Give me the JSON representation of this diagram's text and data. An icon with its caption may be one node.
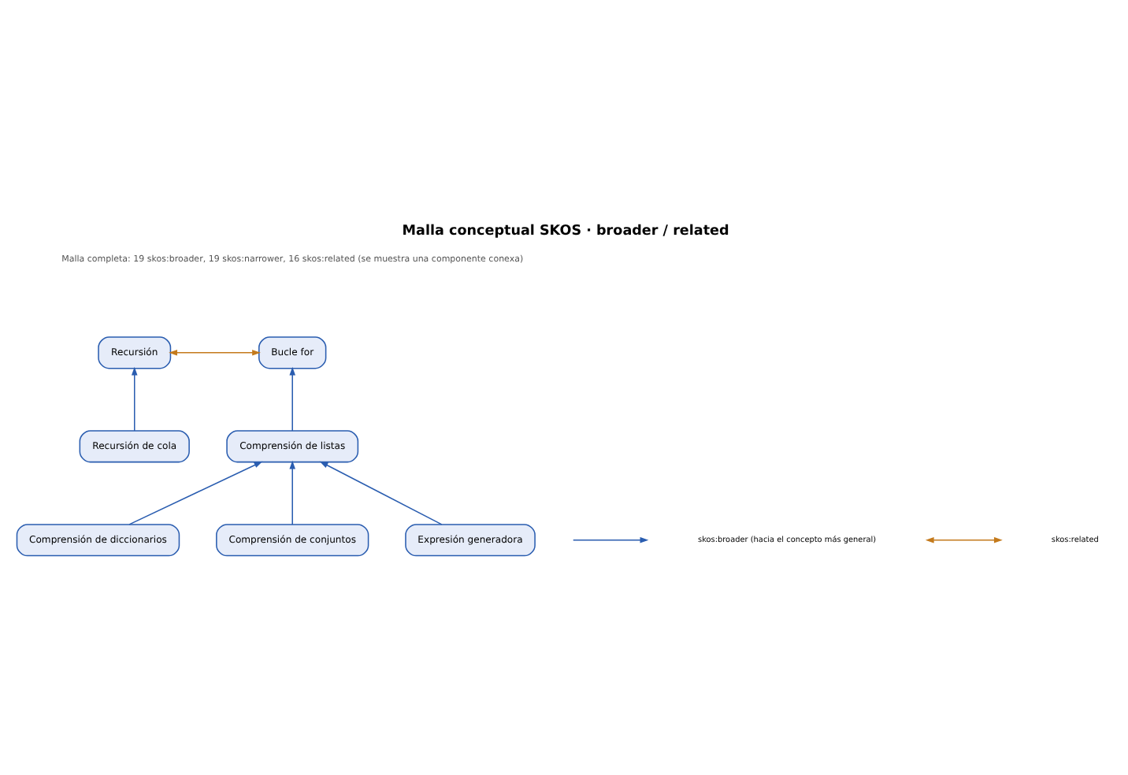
{
  "diagram": {
    "title": "Malla conceptual SKOS · broader / related",
    "nodes": [
      {
        "text": [
          "Recursión"
        ]
      },
      {
        "text": [
          "Bucle for"
        ]
      },
      {
        "text": [
          "Recursión de cola"
        ]
      },
      {
        "text": [
          "Comprensión de listas"
        ]
      },
      {
        "text": [
          "Comprensión de diccionarios"
        ]
      },
      {
        "text": [
          "Comprensión de conjuntos"
        ]
      },
      {
        "text": [
          "Expresión generadora"
        ]
      }
    ],
    "edges": [
      {
        "from": 0,
        "to": 1,
        "arrow": "both",
        "color": "#c47a1c"
      },
      {
        "from": 2,
        "to": 0,
        "arrow": "to"
      },
      {
        "from": 3,
        "to": 1,
        "arrow": "to"
      },
      {
        "from": 4,
        "to": 3,
        "arrow": "to"
      },
      {
        "from": 5,
        "to": 3,
        "arrow": "to"
      },
      {
        "from": 6,
        "to": 3,
        "arrow": "to"
      }
    ],
    "labels": [
      "Malla completa: 19 skos:broader, 19 skos:narrower, 16 skos:related (se muestra una componente conexa)"
    ],
    "legend": [
      {
        "text": "skos:broader (hacia el concepto más general)"
      },
      {
        "text": "skos:related"
      }
    ]
  }
}
